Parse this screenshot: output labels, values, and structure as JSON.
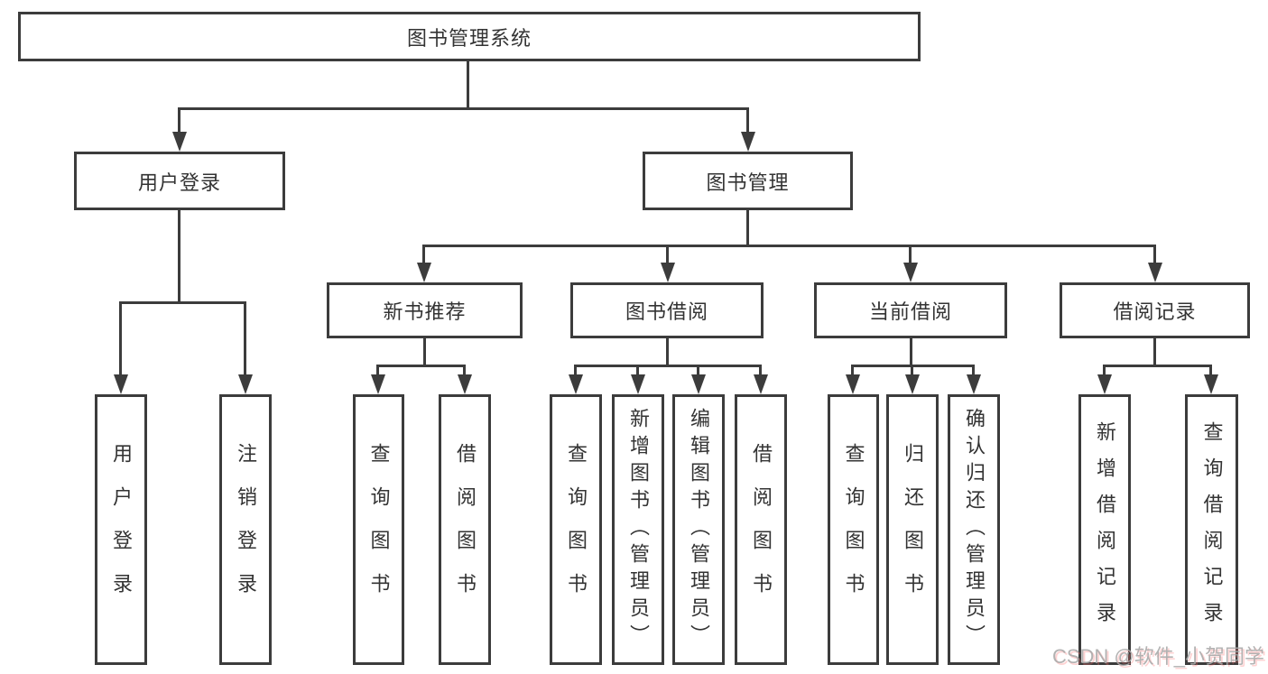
{
  "diagram": {
    "title": "图书管理系统",
    "root": {
      "label": "图书管理系统"
    },
    "level2": [
      {
        "label": "用户登录"
      },
      {
        "label": "图书管理"
      }
    ],
    "level3": [
      {
        "label": "新书推荐"
      },
      {
        "label": "图书借阅"
      },
      {
        "label": "当前借阅"
      },
      {
        "label": "借阅记录"
      }
    ],
    "leaves": {
      "user": [
        "用户登录",
        "注销登录"
      ],
      "recommend": [
        "查询图书",
        "借阅图书"
      ],
      "borrow": [
        "查询图书",
        "新增图书（管理员）",
        "编辑图书（管理员）",
        "借阅图书"
      ],
      "current": [
        "查询图书",
        "归还图书",
        "确认归还（管理员）"
      ],
      "records": [
        "新增借阅记录",
        "查询借阅记录"
      ]
    }
  },
  "watermark": "CSDN @软件_小贺同学",
  "colors": {
    "line": "#3c3c3c",
    "text": "#333333",
    "background": "#ffffff",
    "watermark_gray": "#aaaaaa",
    "watermark_pink": "#ff6e6e"
  }
}
